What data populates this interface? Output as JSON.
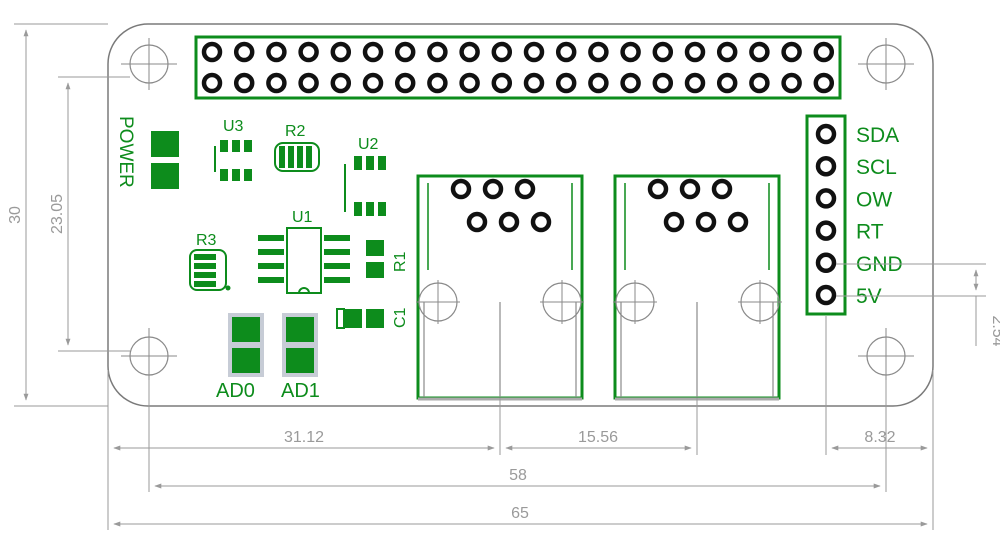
{
  "board": {
    "outline_color": "#7a7a7a",
    "silk_color": "#0d8c1c",
    "pad_color": "#111111",
    "header_pin_rows": 2,
    "header_pin_cols": 20
  },
  "components": {
    "u1": "U1",
    "u2": "U2",
    "u3": "U3",
    "r1": "R1",
    "r2": "R2",
    "r3": "R3",
    "c1": "C1",
    "power": "POWER",
    "ad0": "AD0",
    "ad1": "AD1"
  },
  "connector": {
    "pins": [
      "SDA",
      "SCL",
      "OW",
      "RT",
      "GND",
      "5V"
    ]
  },
  "dimensions": {
    "height_total": "30",
    "height_holes": "23.05",
    "pin_pitch": "2.54",
    "width_1": "31.12",
    "width_2": "15.56",
    "width_3": "8.32",
    "width_holes": "58",
    "width_total": "65"
  }
}
